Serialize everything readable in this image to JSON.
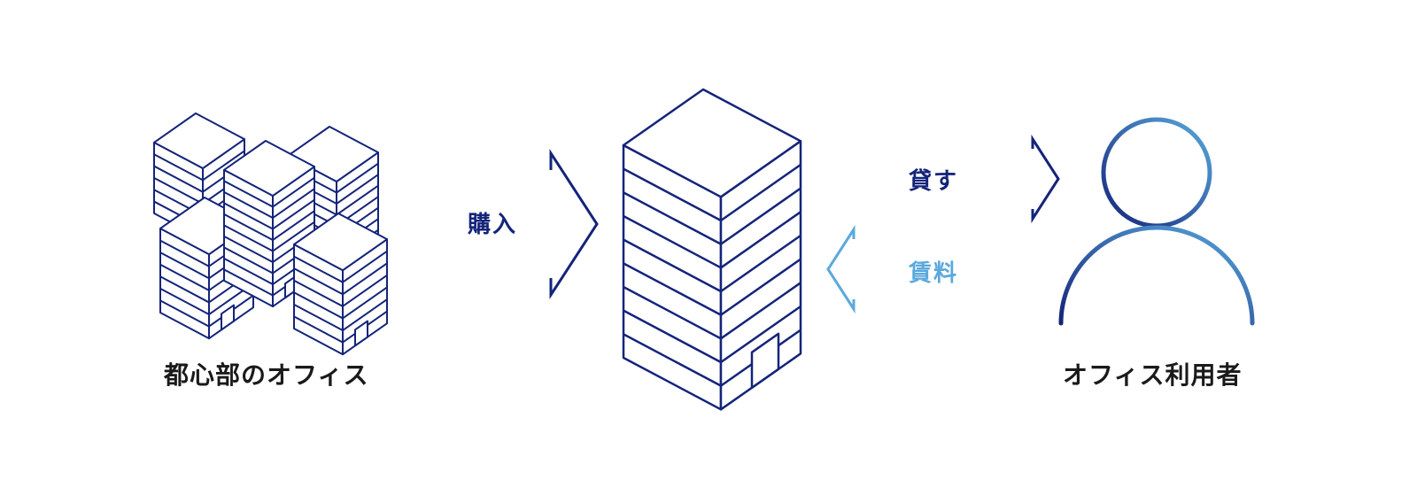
{
  "labels": {
    "left_group": "都心部のオフィス",
    "right_user": "オフィス利用者"
  },
  "arrows": {
    "purchase": "購入",
    "lend": "貸す",
    "rent": "賃料"
  },
  "colors": {
    "navy": "#14247a",
    "light_blue": "#5aa9dc",
    "text": "#1a1a1a"
  },
  "icons": {
    "left": "office-buildings-cluster-icon",
    "center": "office-building-icon",
    "right": "person-icon"
  }
}
